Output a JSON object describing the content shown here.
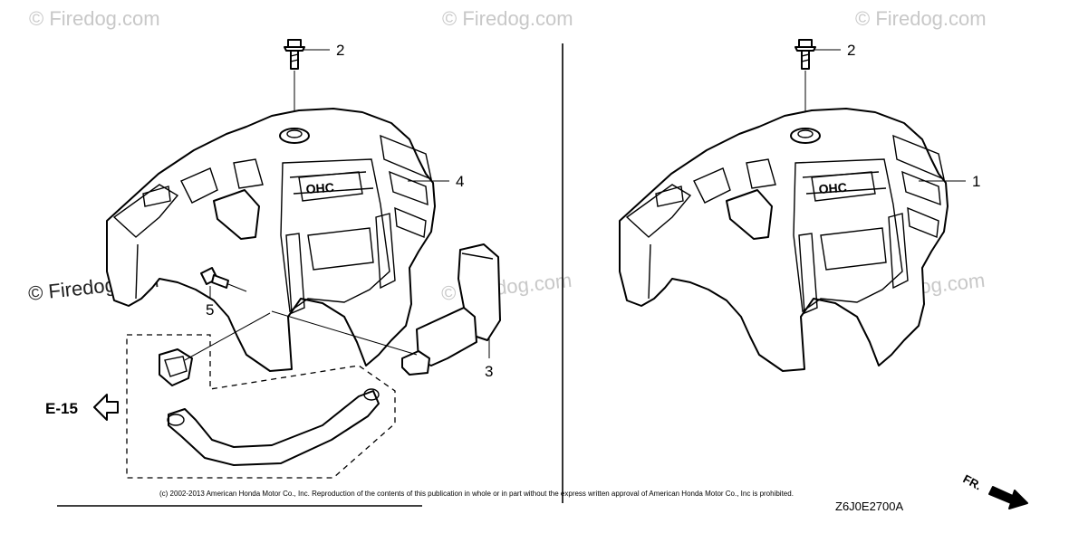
{
  "watermarks": {
    "top_left": "© Firedog.com",
    "top_center": "© Firedog.com",
    "top_right": "© Firedog.com",
    "mid_left": "© Firedog.com",
    "mid_center": "© Firedog.com",
    "mid_right": "© Firedog.com"
  },
  "callouts": {
    "left_bolt": "2",
    "right_bolt": "2",
    "left_cover": "4",
    "right_cover": "1",
    "throttle_cover": "3",
    "small_bolt": "5"
  },
  "reference": {
    "label": "E-15"
  },
  "direction": {
    "label": "FR."
  },
  "footer": {
    "copyright": "(c) 2002-2013 American Honda Motor Co., Inc. Reproduction of the contents of this publication in whole or in part without the express written approval of American Honda Motor Co., Inc is prohibited.",
    "diagram_code": "Z6J0E2700A"
  }
}
